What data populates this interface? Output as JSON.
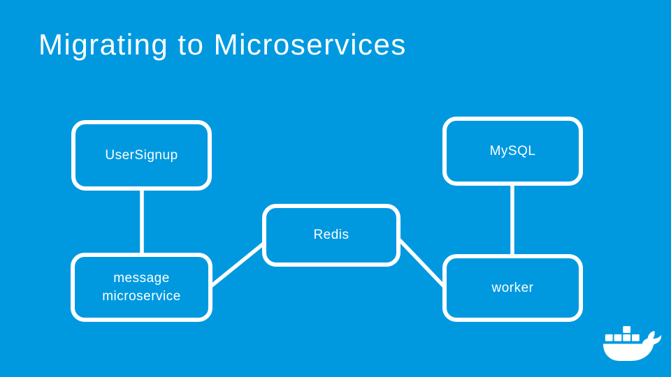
{
  "slide": {
    "title": "Migrating to Microservices",
    "background_color": "#0099e0",
    "foreground_color": "#ffffff"
  },
  "diagram": {
    "nodes": [
      {
        "id": "usersignup",
        "label": "UserSignup"
      },
      {
        "id": "message-microservice",
        "label": "message microservice"
      },
      {
        "id": "redis",
        "label": "Redis"
      },
      {
        "id": "mysql",
        "label": "MySQL"
      },
      {
        "id": "worker",
        "label": "worker"
      }
    ],
    "edges": [
      {
        "from": "usersignup",
        "to": "message-microservice"
      },
      {
        "from": "message-microservice",
        "to": "redis"
      },
      {
        "from": "redis",
        "to": "worker"
      },
      {
        "from": "mysql",
        "to": "worker"
      }
    ]
  },
  "branding": {
    "logo": "docker-whale-icon"
  }
}
